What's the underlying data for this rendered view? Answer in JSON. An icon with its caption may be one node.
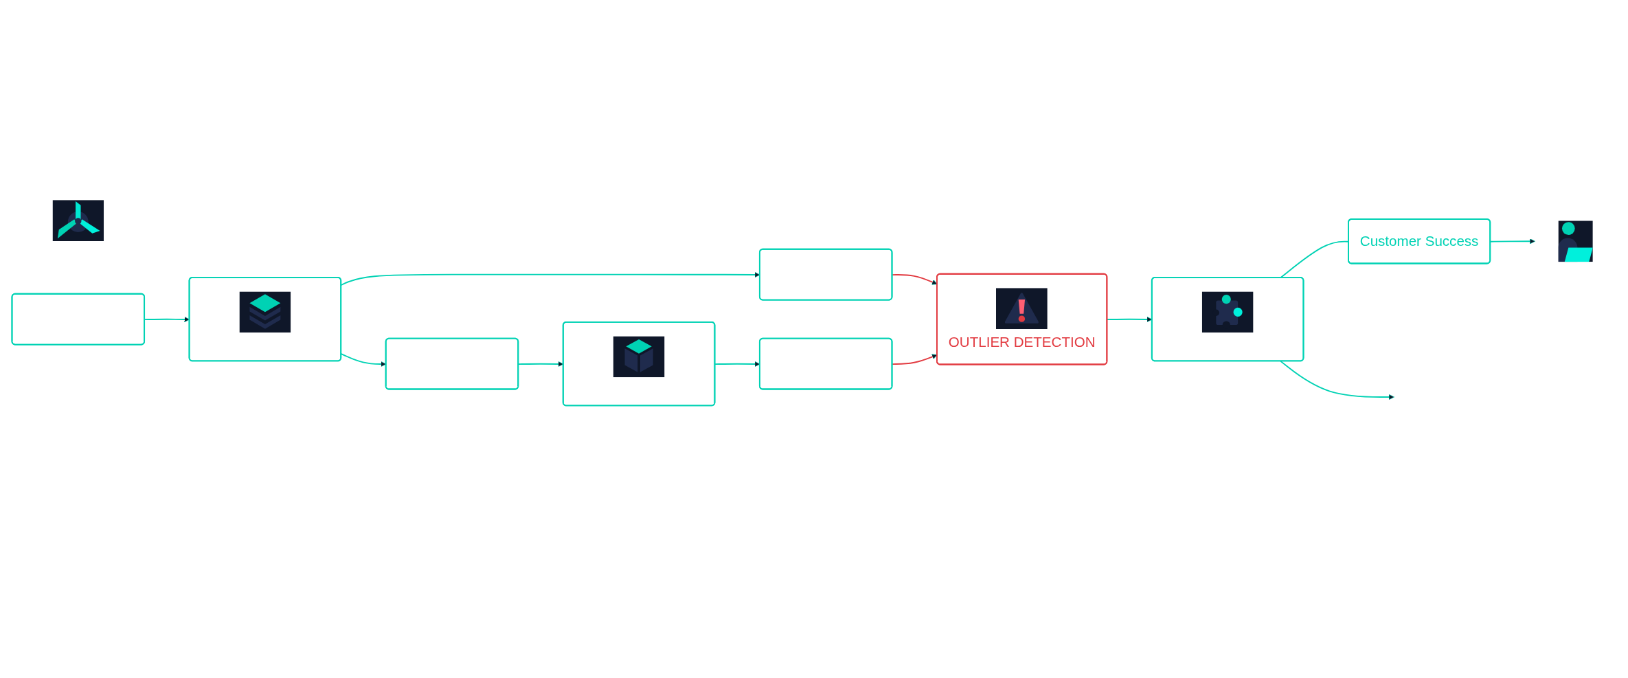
{
  "diagram": {
    "nodes": [
      {
        "text": [],
        "shape": "picture"
      },
      {
        "text": [],
        "shape": "box"
      },
      {
        "text": [],
        "shape": "box"
      },
      {
        "text": [],
        "shape": "box"
      },
      {
        "text": [],
        "shape": "box"
      },
      {
        "text": [],
        "shape": "box"
      },
      {
        "text": [],
        "shape": "box"
      },
      {
        "text": [
          "OUTLIER DETECTION"
        ]
      },
      {
        "text": [],
        "shape": "picture"
      },
      {
        "text": [
          "Customer Success"
        ]
      },
      {
        "text": [],
        "shape": "box"
      }
    ],
    "edges": [
      {
        "from": 1,
        "to": 2,
        "arrow": "to"
      },
      {
        "from": 2,
        "to": 3,
        "arrow": "to"
      },
      {
        "from": 3,
        "to": 4,
        "arrow": "to"
      },
      {
        "from": 2,
        "to": 5,
        "arrow": "to"
      },
      {
        "from": 4,
        "to": 6,
        "arrow": "to"
      },
      {
        "from": 5,
        "to": 7,
        "arrow": "to",
        "color": "#e23b41"
      },
      {
        "from": 6,
        "to": 7,
        "arrow": "to",
        "color": "#e23b41"
      },
      {
        "from": 7,
        "to": 10,
        "arrow": "to"
      },
      {
        "from": 10,
        "to": 9,
        "arrow": "none"
      },
      {
        "from": 9,
        "to": 8,
        "arrow": "to"
      },
      {
        "from": 10,
        "to": null,
        "arrow": "to"
      }
    ]
  }
}
